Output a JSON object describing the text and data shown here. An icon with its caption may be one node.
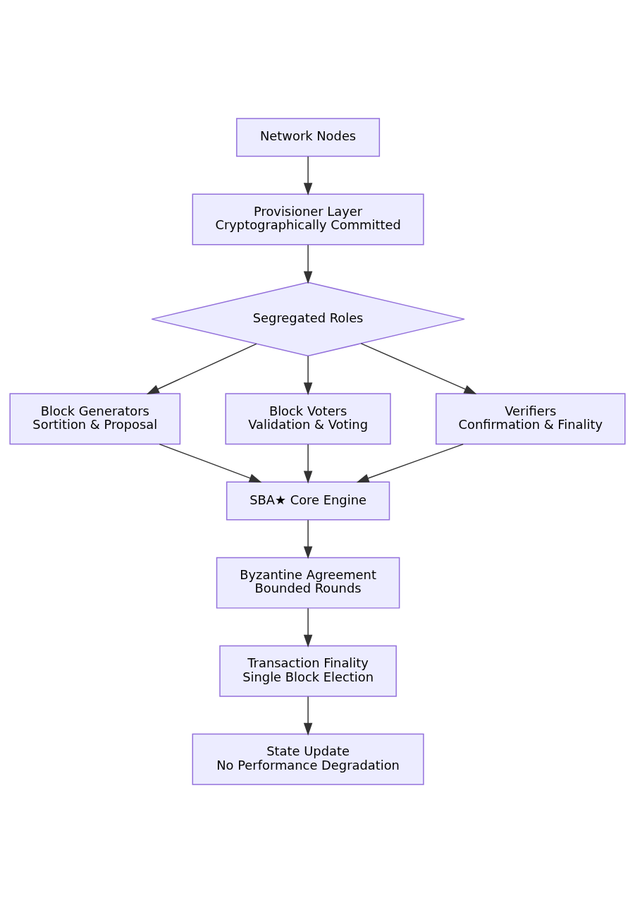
{
  "diagram": {
    "nodes": [
      {
        "text": [
          "Network Nodes"
        ]
      },
      {
        "text": [
          "Provisioner Layer",
          "Cryptographically Committed"
        ]
      },
      {
        "text": [
          "Segregated Roles"
        ]
      },
      {
        "text": [
          "Block Generators",
          "Sortition & Proposal"
        ]
      },
      {
        "text": [
          "Block Voters",
          "Validation & Voting"
        ]
      },
      {
        "text": [
          "Verifiers",
          "Confirmation & Finality"
        ]
      },
      {
        "text": [
          "SBA★ Core Engine"
        ]
      },
      {
        "text": [
          "Byzantine Agreement",
          "Bounded Rounds"
        ]
      },
      {
        "text": [
          "Transaction Finality",
          "Single Block Election"
        ]
      },
      {
        "text": [
          "State Update",
          "No Performance Degradation"
        ]
      }
    ],
    "edges": [
      {
        "from": 0,
        "to": 1,
        "arrow": "to"
      },
      {
        "from": 1,
        "to": 2,
        "arrow": "to"
      },
      {
        "from": 2,
        "to": 3,
        "arrow": "to"
      },
      {
        "from": 2,
        "to": 4,
        "arrow": "to"
      },
      {
        "from": 2,
        "to": 5,
        "arrow": "to"
      },
      {
        "from": 3,
        "to": 6,
        "arrow": "to"
      },
      {
        "from": 4,
        "to": 6,
        "arrow": "to"
      },
      {
        "from": 5,
        "to": 6,
        "arrow": "to"
      },
      {
        "from": 6,
        "to": 7,
        "arrow": "to"
      },
      {
        "from": 7,
        "to": 8,
        "arrow": "to"
      },
      {
        "from": 8,
        "to": 9,
        "arrow": "to"
      }
    ]
  }
}
